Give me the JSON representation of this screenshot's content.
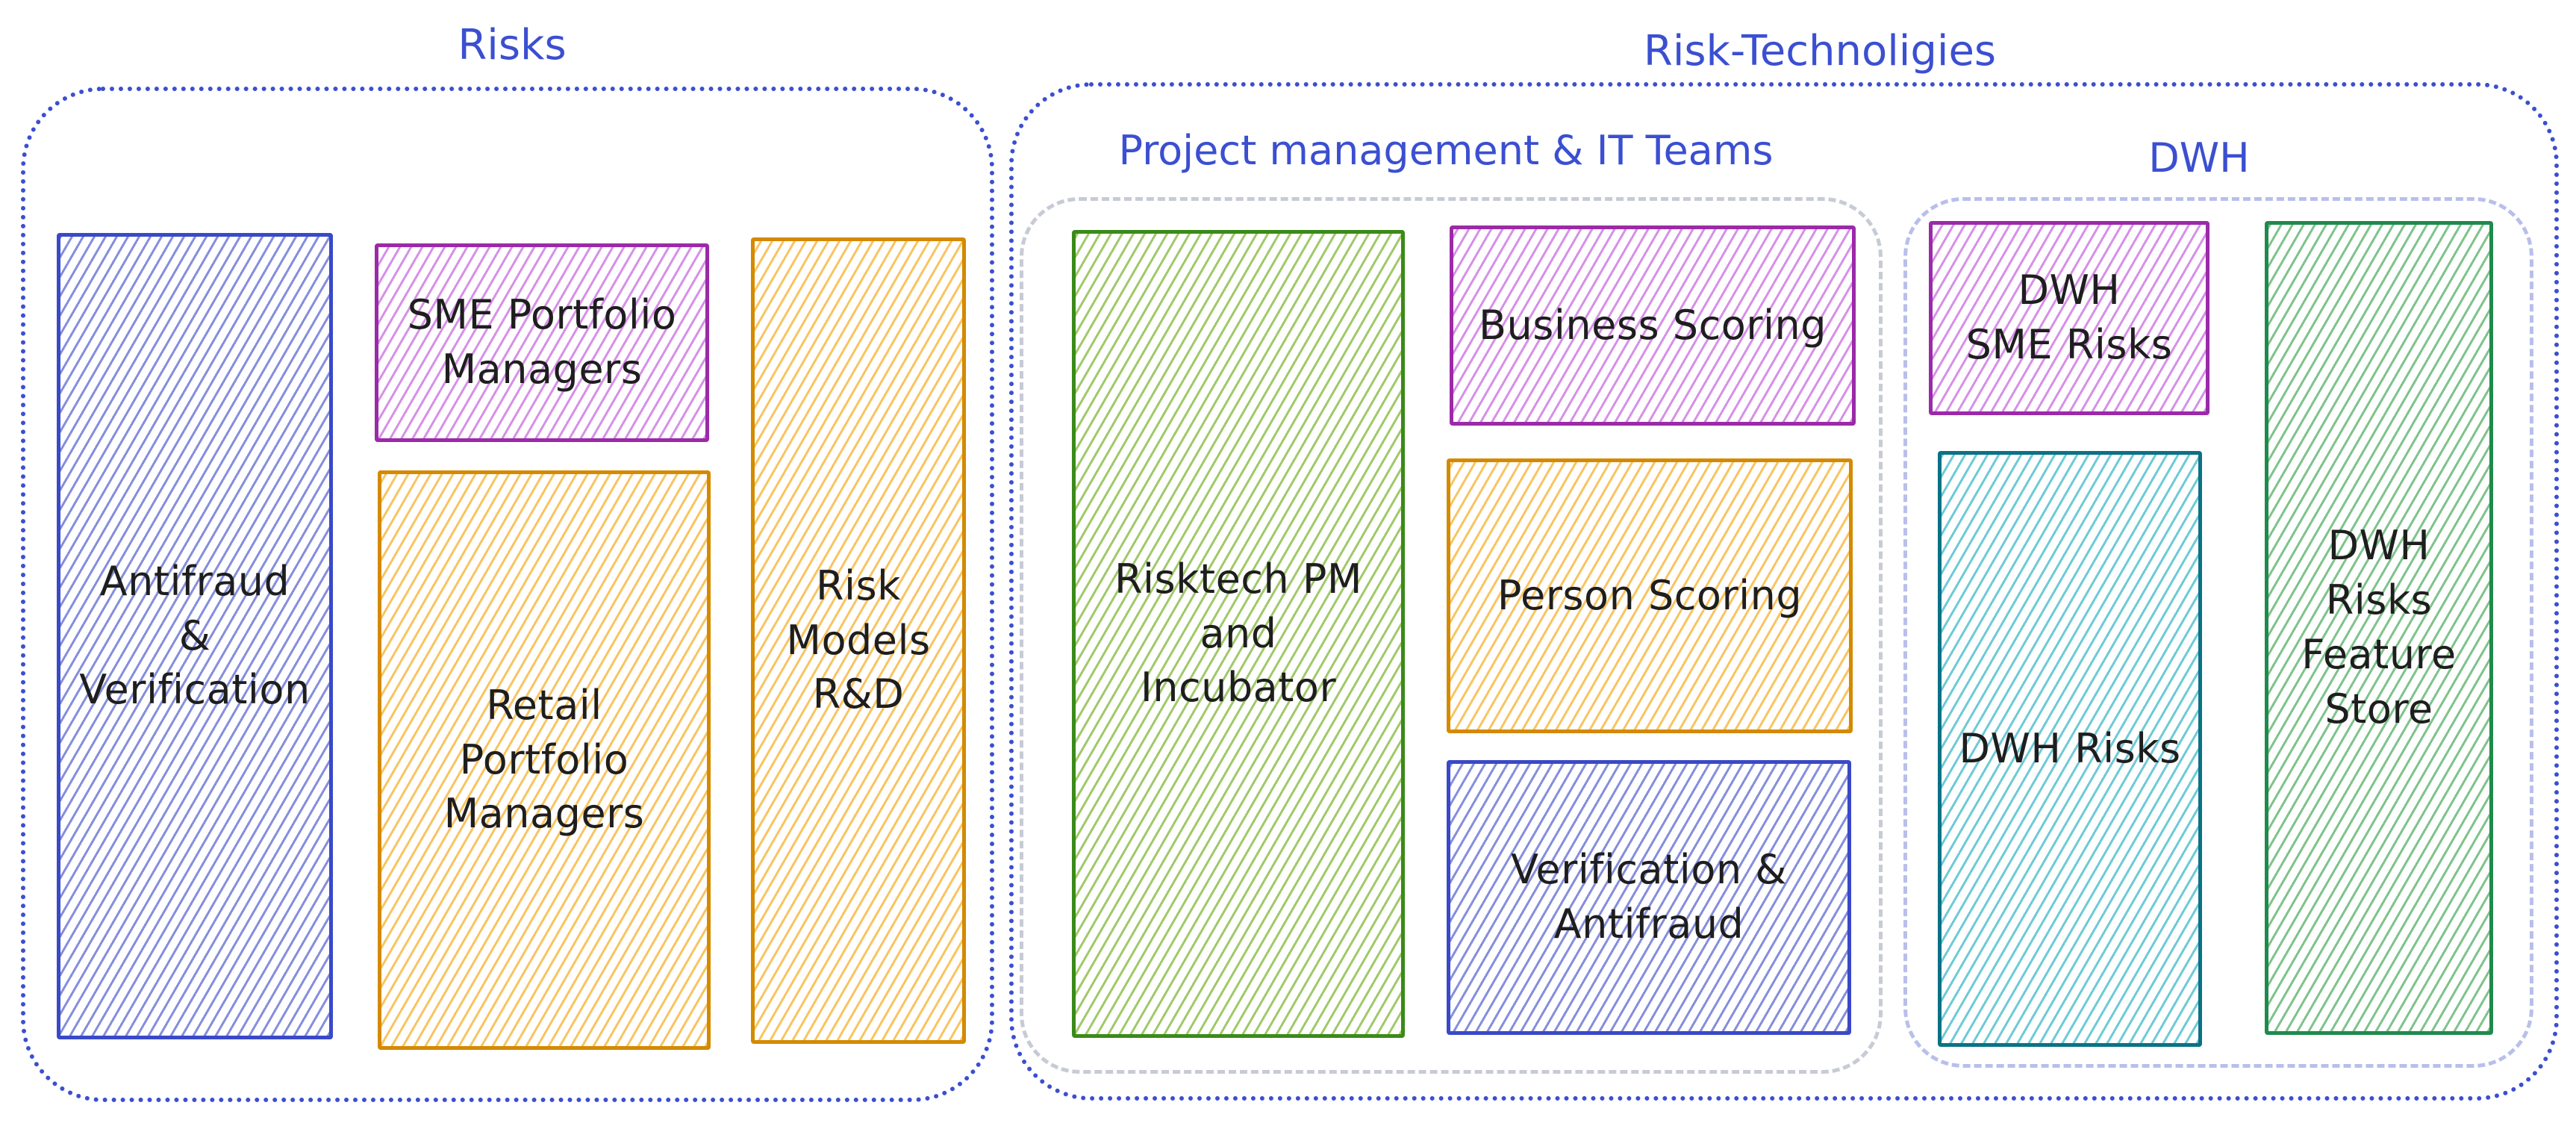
{
  "groups": {
    "risks": {
      "title": "Risks"
    },
    "risk_technologies": {
      "title": "Risk-Technoligies"
    },
    "project_management": {
      "title": "Project management & IT Teams"
    },
    "dwh": {
      "title": "DWH"
    }
  },
  "boxes": {
    "antifraud_verification": {
      "label": "Antifraud\n&\nVerification",
      "color": "blue"
    },
    "sme_portfolio_managers": {
      "label": "SME Portfolio\nManagers",
      "color": "purple"
    },
    "retail_portfolio_managers": {
      "label": "Retail\nPortfolio\nManagers",
      "color": "orange"
    },
    "risk_models_rd": {
      "label": "Risk\nModels\nR&D",
      "color": "orange"
    },
    "risktech_pm_incubator": {
      "label": "Risktech PM\nand\nIncubator",
      "color": "green"
    },
    "business_scoring": {
      "label": "Business Scoring",
      "color": "purple"
    },
    "person_scoring": {
      "label": "Person Scoring",
      "color": "orange"
    },
    "verification_antifraud": {
      "label": "Verification &\nAntifraud",
      "color": "blue"
    },
    "dwh_sme_risks": {
      "label": "DWH\nSME Risks",
      "color": "purple"
    },
    "dwh_risks": {
      "label": "DWH Risks",
      "color": "teal"
    },
    "dwh_risks_feature_store": {
      "label": "DWH\nRisks\nFeature\nStore",
      "color": "mint"
    }
  }
}
